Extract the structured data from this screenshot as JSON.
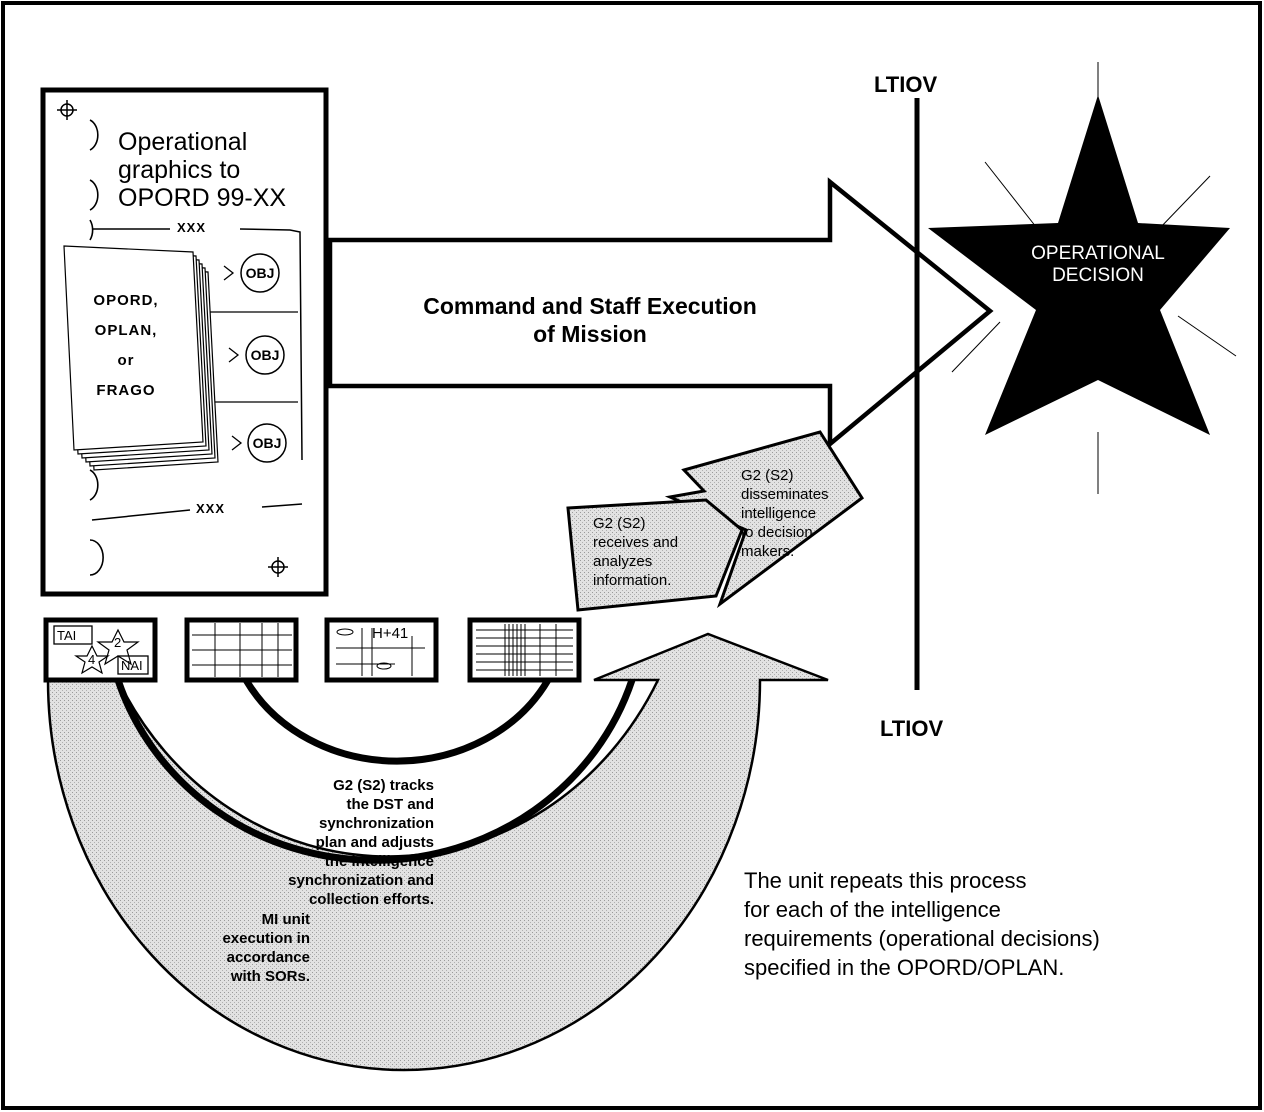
{
  "document": {
    "title": "Operational\ngraphics to\nOPORD 99-XX",
    "orders": "OPORD,\nOPLAN,\nor\nFRAGO",
    "boundary_label": "XXX",
    "objective_label": "OBJ"
  },
  "main_arrow": {
    "label": "Command and Staff Execution\nof Mission"
  },
  "timeline": {
    "top_label": "LTIOV",
    "bottom_label": "LTIOV"
  },
  "decision": {
    "label": "OPERATIONAL\nDECISION"
  },
  "steps": {
    "receive": "G2 (S2)\nreceives and\nanalyzes\ninformation.",
    "disseminate": "G2 (S2)\ndisseminates\nintelligence\nto decision\nmakers.",
    "track": "G2 (S2) tracks\nthe DST and\nsynchronization\nplan and adjusts\nthe intelligence\nsynchronization and\ncollection efforts.",
    "execute": "MI unit\nexecution in\naccordance\nwith SORs."
  },
  "tools": {
    "overlay": {
      "tai": "TAI",
      "nai": "NAI",
      "num1": "2",
      "num2": "4"
    },
    "time_label": "H+41"
  },
  "note": "The unit repeats this process\nfor each of the intelligence\nrequirements (operational decisions)\nspecified in the OPORD/OPLAN.",
  "colors": {
    "ink": "#000000",
    "shade": "#d6d6d6",
    "paper": "#ffffff"
  }
}
